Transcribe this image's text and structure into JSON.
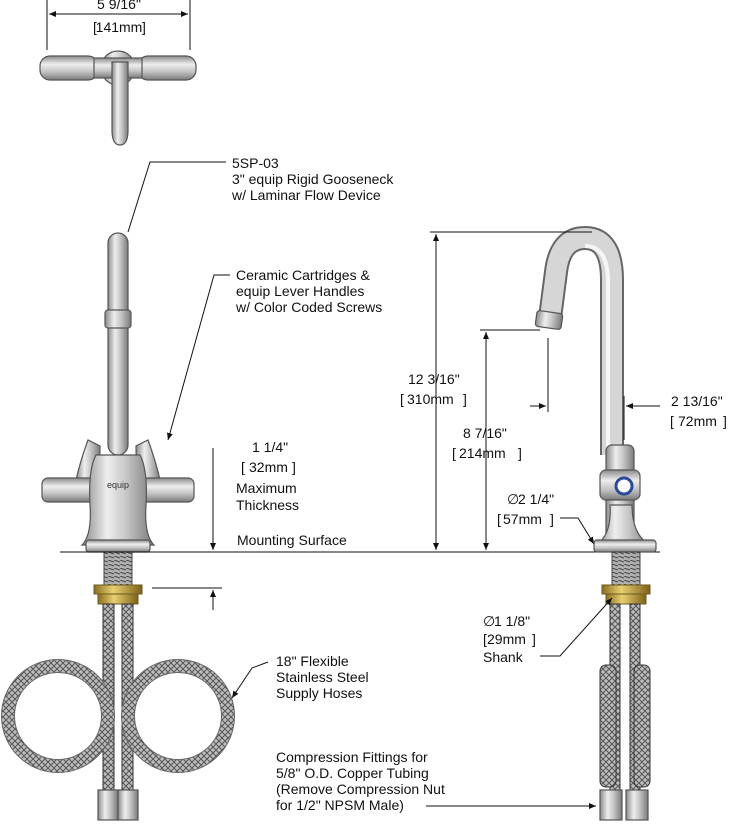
{
  "diagram": {
    "top_view": {
      "width_in": "5 9/16\"",
      "width_mm": "141mm"
    },
    "left_view": {
      "gooseneck_model": "5SP-03",
      "gooseneck_line1": "3\" equip Rigid Gooseneck",
      "gooseneck_line2": "w/ Laminar Flow Device",
      "cartridge_line1": "Ceramic Cartridges &",
      "cartridge_line2": "equip Lever Handles",
      "cartridge_line3": "w/ Color Coded Screws",
      "body_logo": "equip",
      "thickness_in": "1 1/4\"",
      "thickness_mm": "32mm",
      "thickness_line1": "Maximum",
      "thickness_line2": "Thickness",
      "mounting_surface": "Mounting Surface",
      "hose_line1": "18\" Flexible",
      "hose_line2": "Stainless Steel",
      "hose_line3": "Supply Hoses"
    },
    "right_view": {
      "height_in": "12 3/16\"",
      "height_mm": "310mm",
      "spout_height_in": "8 7/16\"",
      "spout_height_mm": "214mm",
      "reach_in": "2 13/16\"",
      "reach_mm": "72mm",
      "base_dia_in": "2 1/4\"",
      "base_dia_mm": "57mm",
      "shank_dia_in": "1 1/8\"",
      "shank_dia_mm": "29mm",
      "shank_label": "Shank",
      "diameter_symbol": "∅"
    },
    "fittings": {
      "line1": "Compression Fittings for",
      "line2": "5/8\" O.D. Copper Tubing",
      "line3": "(Remove Compression Nut",
      "line4": "for 1/2\" NPSM Male)"
    }
  }
}
